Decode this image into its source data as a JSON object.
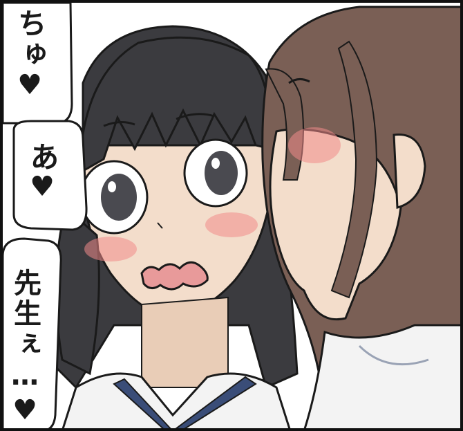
{
  "bubbles": [
    {
      "text": "ちゅ",
      "heart": "♥"
    },
    {
      "text": "あ",
      "heart": "♥"
    },
    {
      "text": "先生ぇ…",
      "heart": "♥"
    }
  ],
  "colors": {
    "hair_black": "#3b3b3f",
    "hair_brown": "#7a5f55",
    "skin": "#f3ddcb",
    "blush": "#f08a8a",
    "collar_navy": "#3a4d78",
    "shirt_white": "#f3f3f3",
    "outline": "#1a1a1a"
  }
}
